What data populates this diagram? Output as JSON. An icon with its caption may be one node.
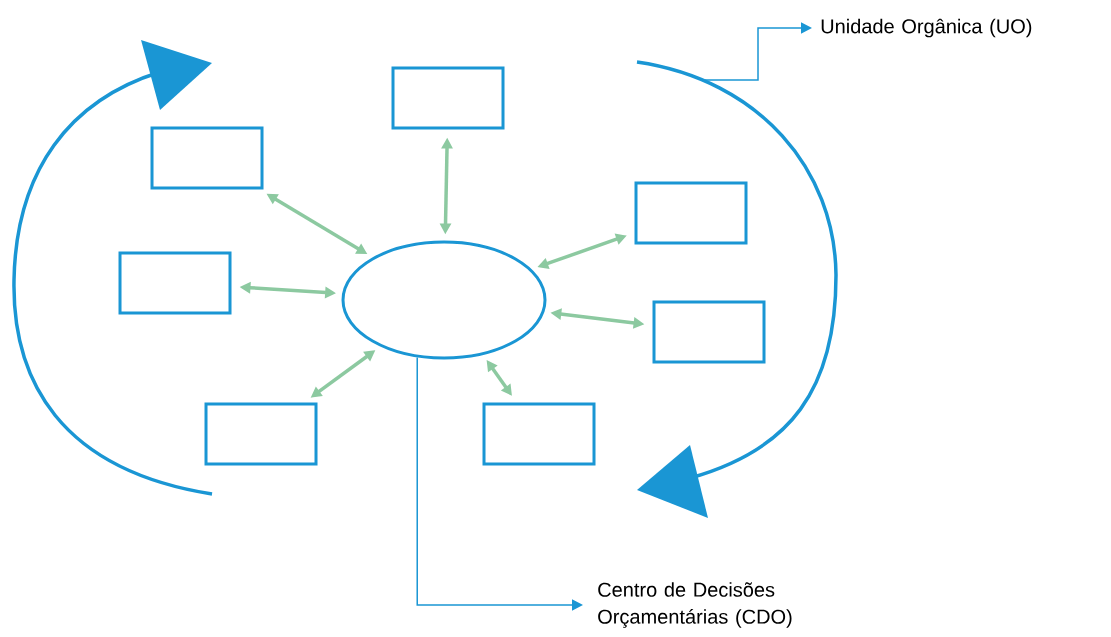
{
  "diagram": {
    "nodes": [
      {
        "text": [],
        "shape": "ellipse"
      },
      {
        "text": [],
        "shape": "box"
      },
      {
        "text": [],
        "shape": "box"
      },
      {
        "text": [],
        "shape": "box"
      },
      {
        "text": [],
        "shape": "box"
      },
      {
        "text": [],
        "shape": "box"
      },
      {
        "text": [],
        "shape": "box"
      },
      {
        "text": [],
        "shape": "box"
      },
      {
        "text": [
          "Unidade Orgânica (UO)"
        ]
      },
      {
        "text": [
          "Centro de Decisões Orçamentárias (CDO)"
        ]
      }
    ],
    "edges": [
      {
        "from": 0,
        "to": 1,
        "arrow": "both"
      },
      {
        "from": 0,
        "to": 2,
        "arrow": "both"
      },
      {
        "from": 0,
        "to": 3,
        "arrow": "both"
      },
      {
        "from": 0,
        "to": 4,
        "arrow": "both"
      },
      {
        "from": 0,
        "to": 5,
        "arrow": "both"
      },
      {
        "from": 0,
        "to": 6,
        "arrow": "both"
      },
      {
        "from": 0,
        "to": 7,
        "arrow": "both"
      },
      {
        "from": null,
        "to": 8,
        "arrow": "to",
        "color": "#1a96d4"
      },
      {
        "from": 0,
        "to": 9,
        "arrow": "to",
        "color": "#1a96d4"
      }
    ]
  }
}
